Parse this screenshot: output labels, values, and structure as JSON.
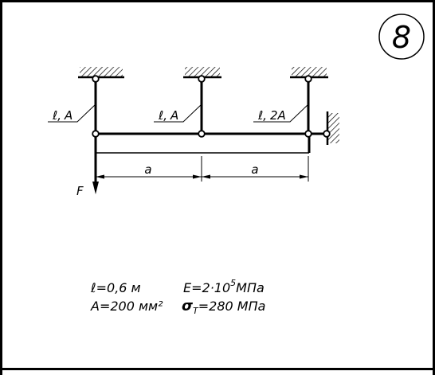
{
  "variant_number": "8",
  "rods": [
    {
      "length_symbol": "ℓ",
      "area": "A"
    },
    {
      "length_symbol": "ℓ",
      "area": "A"
    },
    {
      "length_symbol": "ℓ",
      "area": "2A"
    }
  ],
  "rod_label_separator": ",",
  "dimensions": [
    "a",
    "a"
  ],
  "force_label": "F",
  "given": {
    "length": "ℓ=0,6 м",
    "area": "A=200 мм²",
    "modulus_prefix": "E=2·10",
    "modulus_exp": "5",
    "modulus_unit": "МПа",
    "yield_symbol": "σ",
    "yield_sub": "T",
    "yield_rest": "=280 МПа"
  }
}
